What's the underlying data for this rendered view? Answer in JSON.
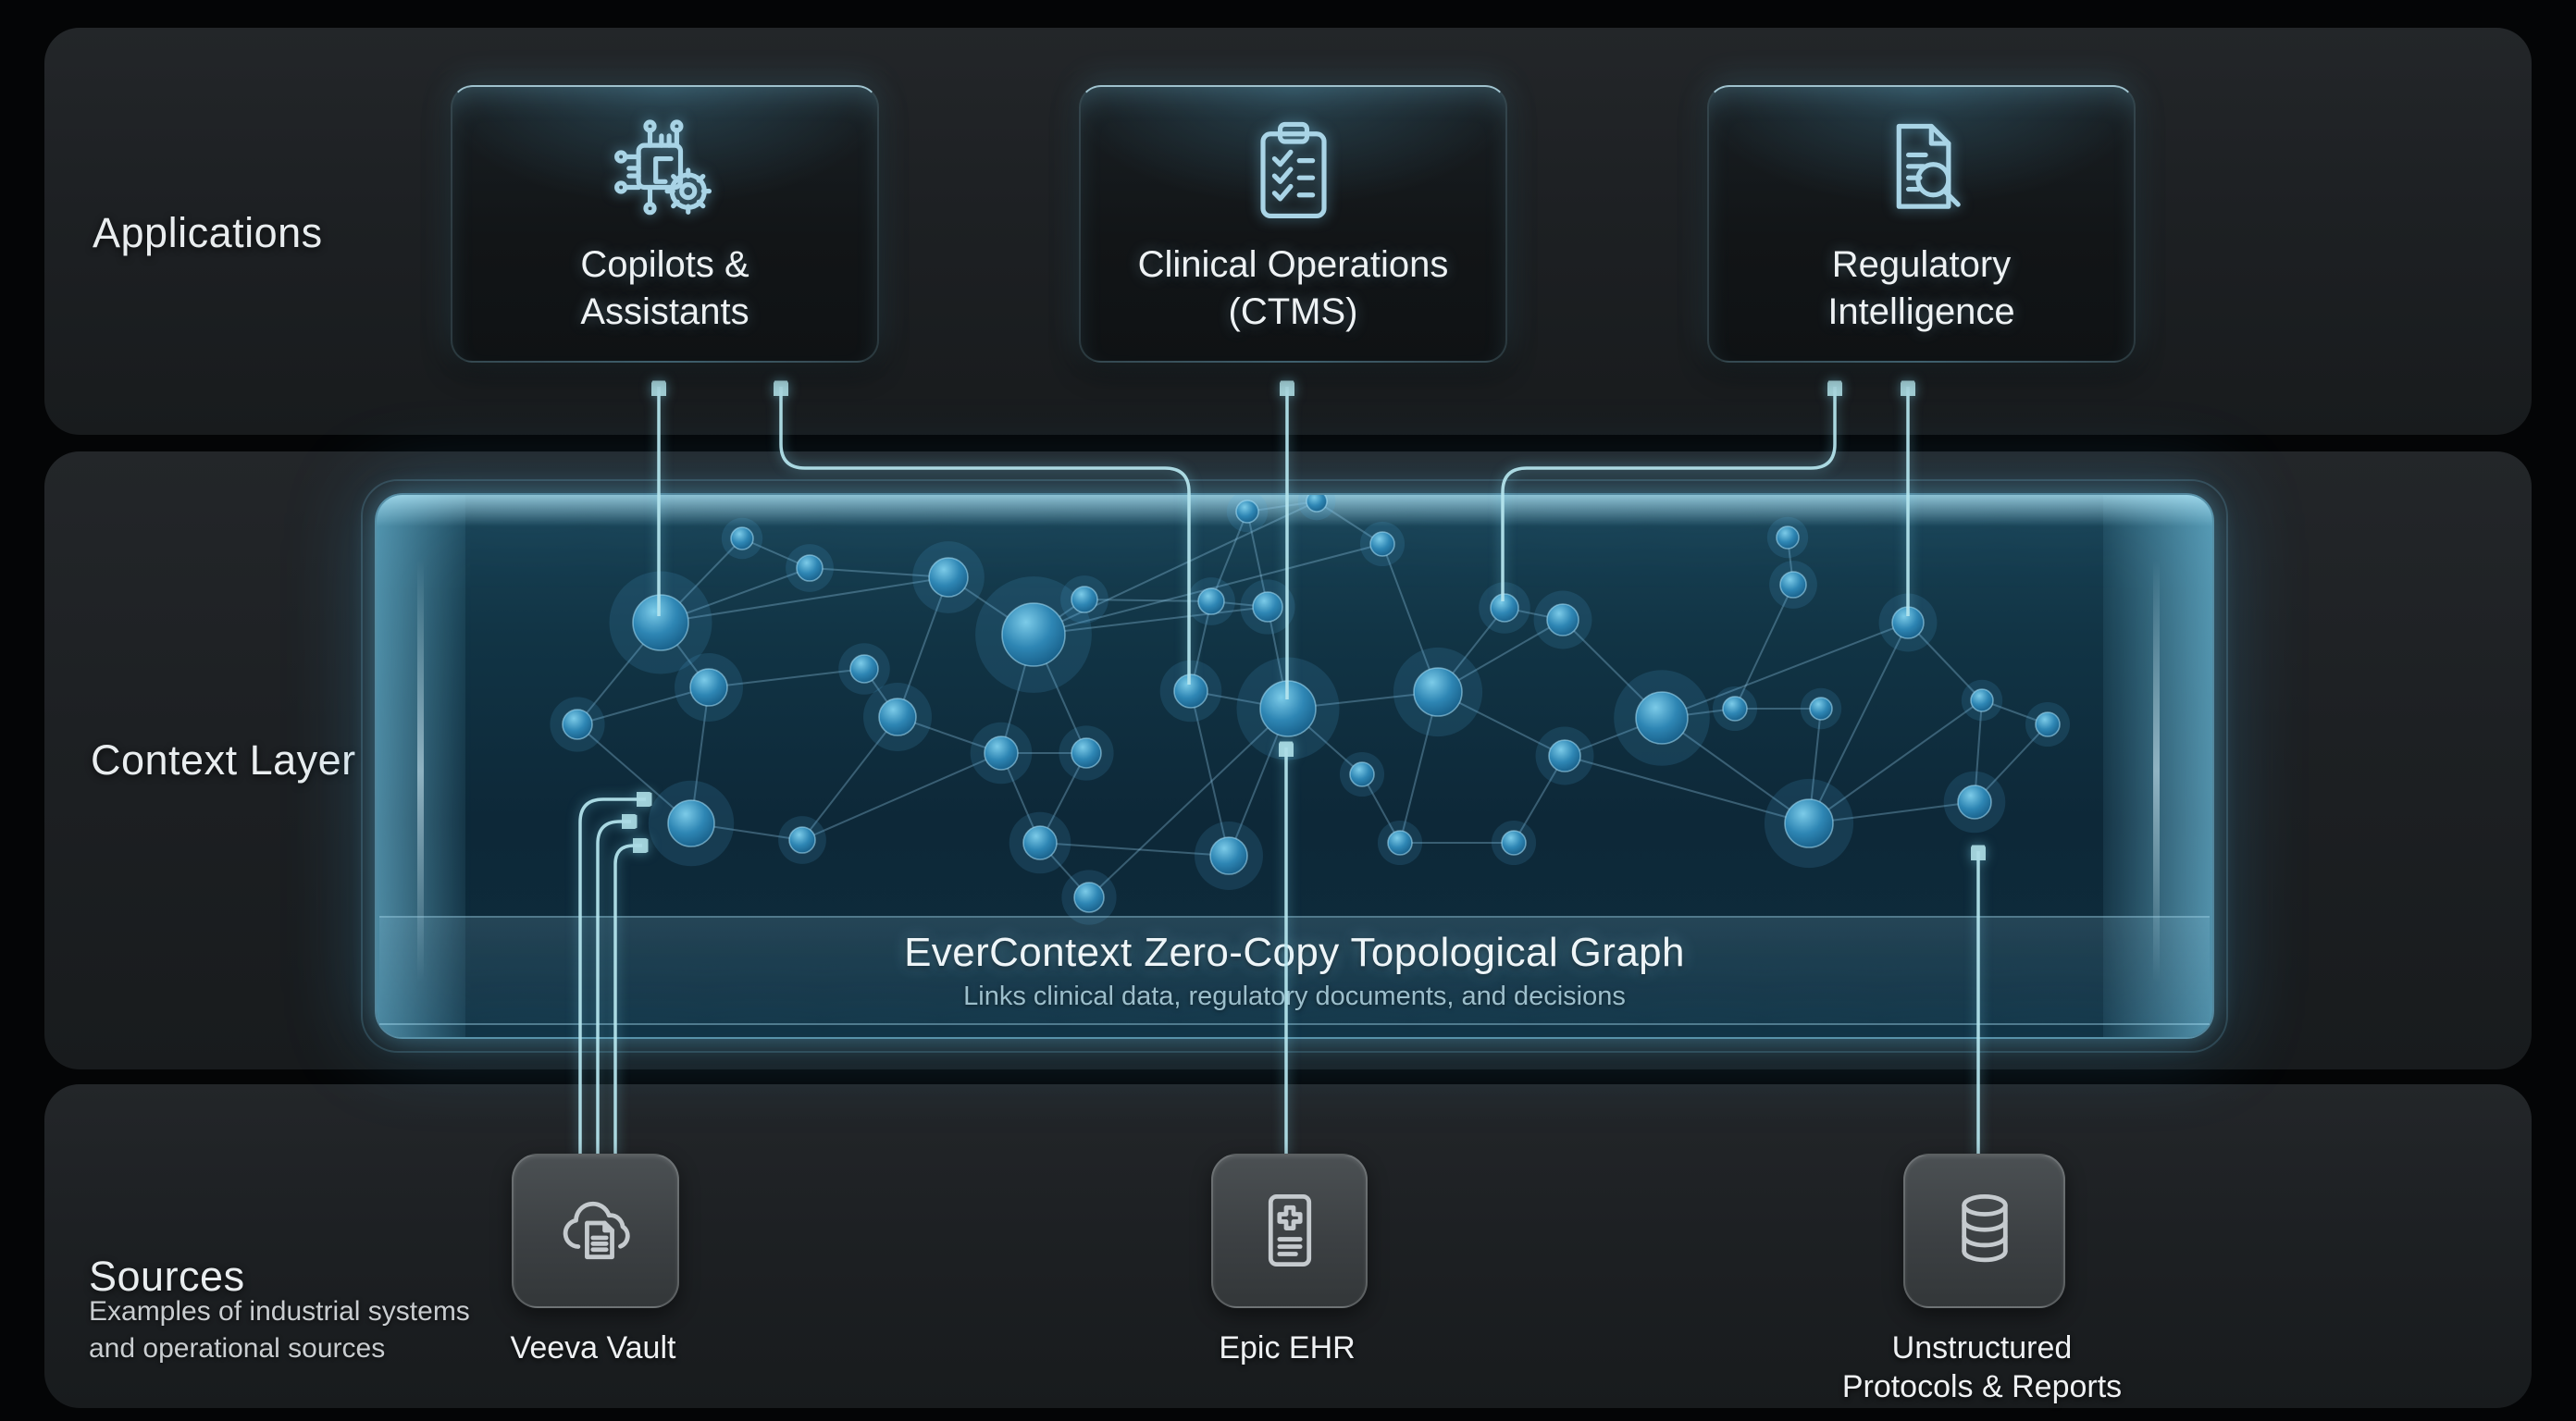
{
  "colors": {
    "accent_cyan": "#b7e7ef",
    "glass_box_glow": "#3ea2d4",
    "node_core": "#5fbde2",
    "node_mid": "#2e86b4",
    "node_edge_ring": "#a9e2fa",
    "link_line": "#96cdeb",
    "panel_bg": "#1d2023",
    "card_bg": "#121517",
    "tile_bg": "#3c4043",
    "text_primary": "#eef2f4",
    "text_muted": "#9cbecb"
  },
  "layers": {
    "applications": {
      "label": "Applications",
      "cards": [
        {
          "id": "copilots",
          "icon": "chip-gear-icon",
          "lines": [
            "Copilots &",
            "Assistants"
          ]
        },
        {
          "id": "clinical-operations",
          "icon": "clipboard-checklist-icon",
          "lines": [
            "Clinical Operations",
            "(CTMS)"
          ]
        },
        {
          "id": "regulatory-intelligence",
          "icon": "document-search-icon",
          "lines": [
            "Regulatory",
            "Intelligence"
          ]
        }
      ]
    },
    "context": {
      "label": "Context Layer",
      "box_title": "EverContext Zero-Copy Topological Graph",
      "box_subtitle": "Links clinical data, regulatory documents, and decisions"
    },
    "sources": {
      "label": "Sources",
      "description_lines": [
        "Examples of industrial systems",
        "and operational sources"
      ],
      "items": [
        {
          "id": "veeva-vault",
          "icon": "cloud-document-icon",
          "lines": [
            "Veeva Vault"
          ]
        },
        {
          "id": "epic-ehr",
          "icon": "medical-document-icon",
          "lines": [
            "Epic EHR"
          ]
        },
        {
          "id": "unstructured-protocols",
          "icon": "database-icon",
          "lines": [
            "Unstructured",
            "Protocols & Reports"
          ]
        }
      ]
    }
  },
  "connections": [
    {
      "from": "context-graph",
      "to": "copilots",
      "style": "arrow-up"
    },
    {
      "from": "context-graph",
      "to": "copilots",
      "style": "arrow-up-elbow"
    },
    {
      "from": "context-graph",
      "to": "clinical-operations",
      "style": "arrow-up"
    },
    {
      "from": "context-graph",
      "to": "regulatory-intelligence",
      "style": "arrow-up-elbow"
    },
    {
      "from": "context-graph",
      "to": "regulatory-intelligence",
      "style": "arrow-up"
    },
    {
      "from": "veeva-vault",
      "to": "context-graph",
      "style": "triple-elbow-right"
    },
    {
      "from": "epic-ehr",
      "to": "context-graph",
      "style": "arrow-up"
    },
    {
      "from": "unstructured-protocols",
      "to": "context-graph",
      "style": "arrow-up"
    }
  ],
  "network": {
    "nodes": [
      [
        712,
        671,
        30
      ],
      [
        622,
        781,
        16
      ],
      [
        764,
        741,
        20
      ],
      [
        745,
        888,
        25
      ],
      [
        865,
        906,
        14
      ],
      [
        932,
        721,
        15
      ],
      [
        968,
        773,
        20
      ],
      [
        1023,
        622,
        21
      ],
      [
        1115,
        684,
        34
      ],
      [
        1170,
        646,
        14
      ],
      [
        1080,
        812,
        18
      ],
      [
        1172,
        812,
        16
      ],
      [
        1122,
        909,
        18
      ],
      [
        1175,
        968,
        16
      ],
      [
        1307,
        648,
        14
      ],
      [
        1368,
        654,
        16
      ],
      [
        1390,
        764,
        30
      ],
      [
        1326,
        923,
        20
      ],
      [
        1470,
        835,
        13
      ],
      [
        1511,
        909,
        13
      ],
      [
        1552,
        746,
        26
      ],
      [
        1624,
        655,
        15
      ],
      [
        1687,
        668,
        17
      ],
      [
        1689,
        815,
        17
      ],
      [
        1634,
        909,
        13
      ],
      [
        1794,
        774,
        28
      ],
      [
        1873,
        764,
        13
      ],
      [
        1936,
        630,
        14
      ],
      [
        1930,
        579,
        12
      ],
      [
        1966,
        764,
        12
      ],
      [
        1953,
        888,
        26
      ],
      [
        2060,
        671,
        17
      ],
      [
        2140,
        755,
        12
      ],
      [
        2132,
        865,
        18
      ],
      [
        2211,
        781,
        13
      ],
      [
        1492,
        586,
        13
      ],
      [
        1421,
        540,
        11
      ],
      [
        1346,
        551,
        12
      ],
      [
        1285,
        745,
        18
      ],
      [
        873,
        612,
        14
      ],
      [
        800,
        580,
        12
      ]
    ],
    "edges": [
      [
        0,
        1
      ],
      [
        0,
        2
      ],
      [
        0,
        39
      ],
      [
        0,
        40
      ],
      [
        0,
        7
      ],
      [
        1,
        2
      ],
      [
        2,
        3
      ],
      [
        2,
        5
      ],
      [
        3,
        4
      ],
      [
        3,
        1
      ],
      [
        4,
        6
      ],
      [
        5,
        6
      ],
      [
        6,
        7
      ],
      [
        6,
        10
      ],
      [
        7,
        8
      ],
      [
        7,
        39
      ],
      [
        8,
        9
      ],
      [
        8,
        10
      ],
      [
        8,
        11
      ],
      [
        8,
        15
      ],
      [
        8,
        35
      ],
      [
        8,
        36
      ],
      [
        9,
        14
      ],
      [
        10,
        11
      ],
      [
        10,
        12
      ],
      [
        11,
        12
      ],
      [
        12,
        13
      ],
      [
        13,
        16
      ],
      [
        14,
        15
      ],
      [
        15,
        16
      ],
      [
        15,
        37
      ],
      [
        16,
        17
      ],
      [
        16,
        18
      ],
      [
        16,
        20
      ],
      [
        16,
        38
      ],
      [
        17,
        12
      ],
      [
        18,
        19
      ],
      [
        19,
        20
      ],
      [
        20,
        21
      ],
      [
        20,
        22
      ],
      [
        20,
        23
      ],
      [
        21,
        22
      ],
      [
        22,
        25
      ],
      [
        23,
        24
      ],
      [
        23,
        25
      ],
      [
        24,
        19
      ],
      [
        25,
        26
      ],
      [
        25,
        30
      ],
      [
        25,
        31
      ],
      [
        26,
        27
      ],
      [
        27,
        28
      ],
      [
        26,
        29
      ],
      [
        29,
        30
      ],
      [
        30,
        31
      ],
      [
        30,
        32
      ],
      [
        30,
        33
      ],
      [
        30,
        23
      ],
      [
        31,
        32
      ],
      [
        32,
        33
      ],
      [
        33,
        34
      ],
      [
        34,
        32
      ],
      [
        35,
        36
      ],
      [
        35,
        20
      ],
      [
        36,
        37
      ],
      [
        37,
        14
      ],
      [
        38,
        14
      ],
      [
        38,
        17
      ],
      [
        39,
        40
      ],
      [
        4,
        10
      ]
    ]
  }
}
